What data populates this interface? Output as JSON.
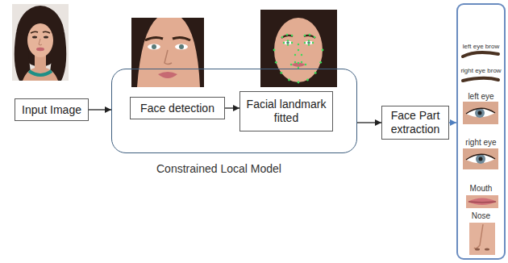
{
  "diagram": {
    "nodes": [
      {
        "text": [
          "Input Image"
        ]
      },
      {
        "text": [
          "Constrained Local Model"
        ]
      },
      {
        "text": [
          "Face detection"
        ],
        "in": 1
      },
      {
        "text": [
          "Facial landmark fitted"
        ],
        "in": 1
      },
      {
        "text": [
          "Face Part extraction"
        ]
      },
      {
        "text": [
          "left eye brow",
          "right eye brow",
          "left eye",
          "right eye",
          "Mouth",
          "Nose"
        ]
      }
    ],
    "edges": [
      {
        "from": 0,
        "to": 1,
        "arrow": "to"
      },
      {
        "from": 2,
        "to": 3,
        "arrow": "to"
      },
      {
        "from": 1,
        "to": 4,
        "arrow": "to"
      },
      {
        "from": 4,
        "to": 5,
        "arrow": "to"
      }
    ]
  }
}
